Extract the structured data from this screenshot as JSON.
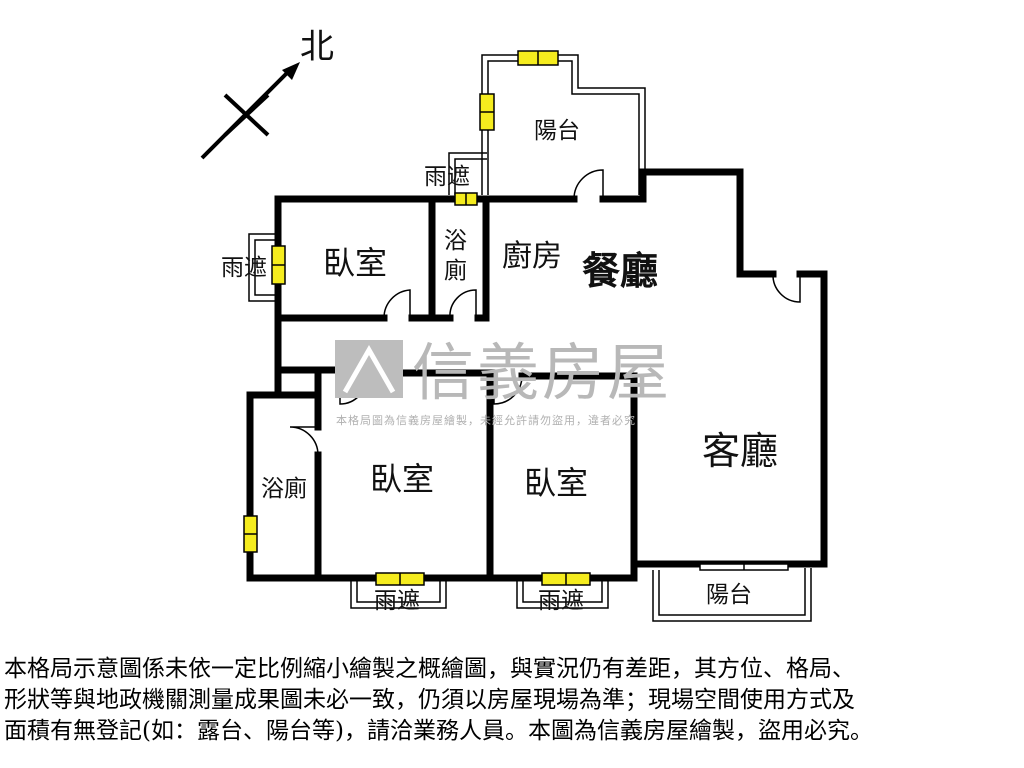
{
  "compass": {
    "north_label": "北"
  },
  "rooms": {
    "balcony_top": "陽台",
    "awning_top": "雨遮",
    "bedroom_top": "臥室",
    "awning_left": "雨遮",
    "bath_top_line1": "浴",
    "bath_top_line2": "廁",
    "kitchen": "廚房",
    "dining": "餐廳",
    "living": "客廳",
    "bath_left": "浴廁",
    "bedroom_mid": "臥室",
    "bedroom_right": "臥室",
    "awning_bottom_1": "雨遮",
    "awning_bottom_2": "雨遮",
    "balcony_bottom": "陽台"
  },
  "watermark": {
    "brand": "信義房屋",
    "notice": "本格局圖為信義房屋繪製，未經允許請勿盜用，違者必究"
  },
  "disclaimer": {
    "lines": [
      "本格局示意圖係未依一定比例縮小繪製之概繪圖，與實況仍有差距，其方位、格局、",
      "形狀等與地政機關測量成果圖未必一致，仍須以房屋現場為準；現場空間使用方式及",
      "面積有無登記(如：露台、陽台等)，請洽業務人員。本圖為信義房屋繪製，盜用必究。"
    ]
  },
  "colors": {
    "wall": "#000000",
    "window_fill": "#f5ec1e",
    "watermark": "#b8b8b8"
  }
}
